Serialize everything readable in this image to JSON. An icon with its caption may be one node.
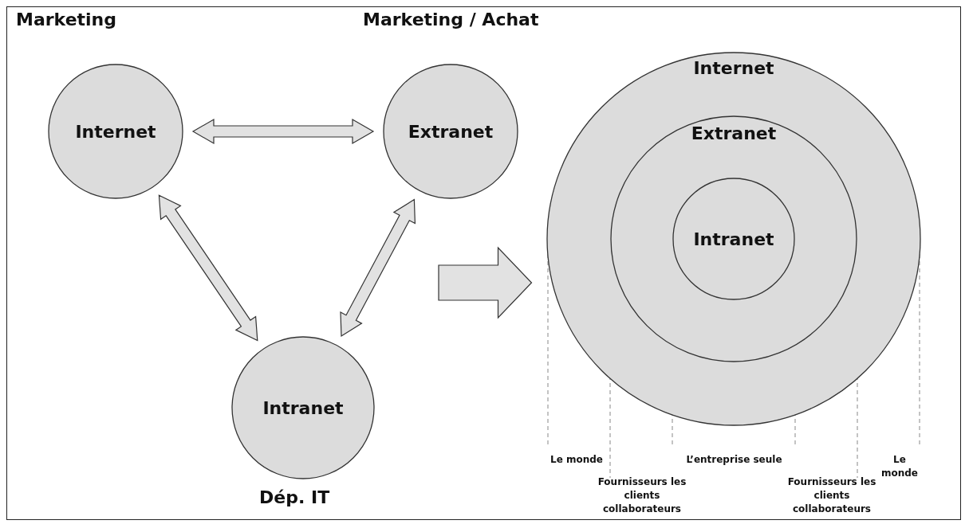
{
  "diagram": {
    "nodes": [
      {
        "text": [
          "Internet"
        ],
        "beside": [
          "Marketing"
        ]
      },
      {
        "text": [
          "Extranet"
        ],
        "beside": [
          "Marketing / Achat"
        ]
      },
      {
        "text": [
          "Intranet"
        ],
        "beside": [
          "Dép. IT"
        ]
      },
      {
        "text": [
          "Internet"
        ]
      },
      {
        "text": [
          "Extranet"
        ],
        "in": 3
      },
      {
        "text": [
          "Intranet"
        ],
        "in": 4
      }
    ],
    "edges": [
      {
        "from": 0,
        "to": 1,
        "arrow": "both"
      },
      {
        "from": 0,
        "to": 2,
        "arrow": "both"
      },
      {
        "from": 1,
        "to": 2,
        "arrow": "both"
      },
      {
        "from": null,
        "to": 3,
        "arrow": "to"
      }
    ],
    "labels": [
      "Le monde",
      "L’entreprise seule",
      "Le monde",
      "Fournisseurs les clients collaborateurs",
      "Fournisseurs les clients collaborateurs"
    ]
  }
}
